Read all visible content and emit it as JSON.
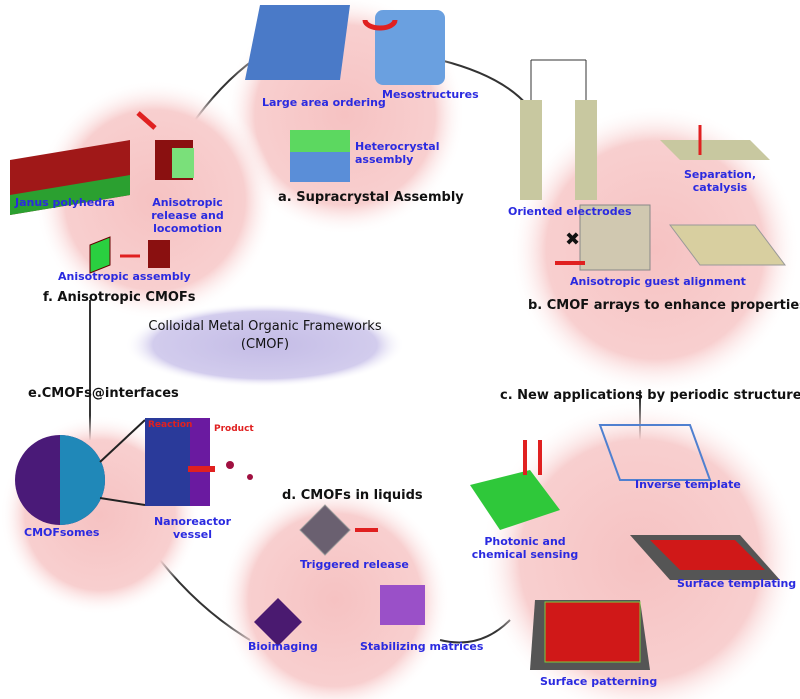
{
  "center": {
    "line1": "Colloidal Metal Organic Frameworks",
    "line2": "(CMOF)"
  },
  "sections": {
    "a": {
      "title": "a. Supracrystal Assembly",
      "labels": [
        "Large area ordering",
        "Mesostructures",
        "Heterocrystal assembly"
      ]
    },
    "b": {
      "title": "b. CMOF arrays to enhance properties",
      "labels": [
        "Oriented electrodes",
        "Separation, catalysis",
        "Anisotropic guest alignment"
      ]
    },
    "c": {
      "title": "c. New applications by periodic structures",
      "labels": [
        "Inverse template",
        "Photonic and chemical sensing",
        "Surface templating",
        "Surface patterning"
      ]
    },
    "d": {
      "title": "d. CMOFs in liquids",
      "labels": [
        "Triggered release",
        "Bioimaging",
        "Stabilizing matrices"
      ]
    },
    "e": {
      "title": "e.CMOFs@interfaces",
      "labels": [
        "CMOFsomes",
        "Nanoreactor vessel"
      ],
      "reaction": "Reaction",
      "product": "Product"
    },
    "f": {
      "title": "f. Anisotropic CMOFs",
      "labels": [
        "Janus polyhedra",
        "Anisotropic release and locomotion",
        "Anisotropic assembly"
      ]
    }
  },
  "colors": {
    "bubble": "#f8c8c8",
    "center": "#c8c0e8",
    "label": "#2a2ae0",
    "arrow": "#e02020"
  }
}
